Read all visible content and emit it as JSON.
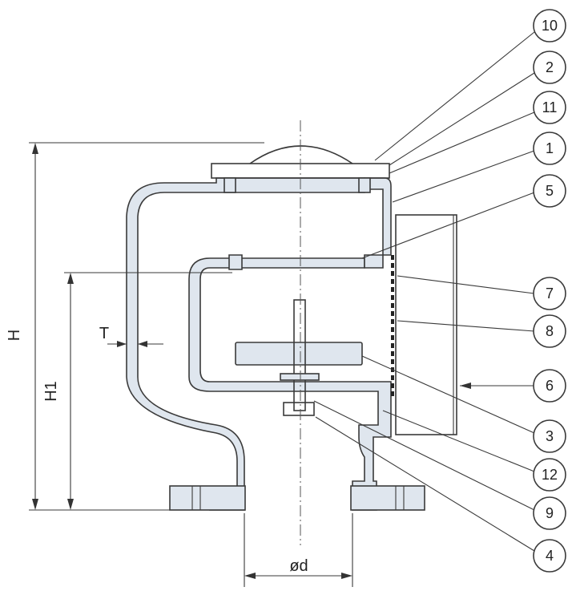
{
  "dimensions": {
    "height": "H",
    "height_1": "H1",
    "thickness": "T",
    "diameter": "ød"
  },
  "callouts": [
    "10",
    "2",
    "11",
    "1",
    "5",
    "7",
    "8",
    "6",
    "3",
    "12",
    "9",
    "4"
  ],
  "colors": {
    "body_fill": "#dfe6ee",
    "line": "#3a3a3a",
    "background": "#ffffff"
  }
}
